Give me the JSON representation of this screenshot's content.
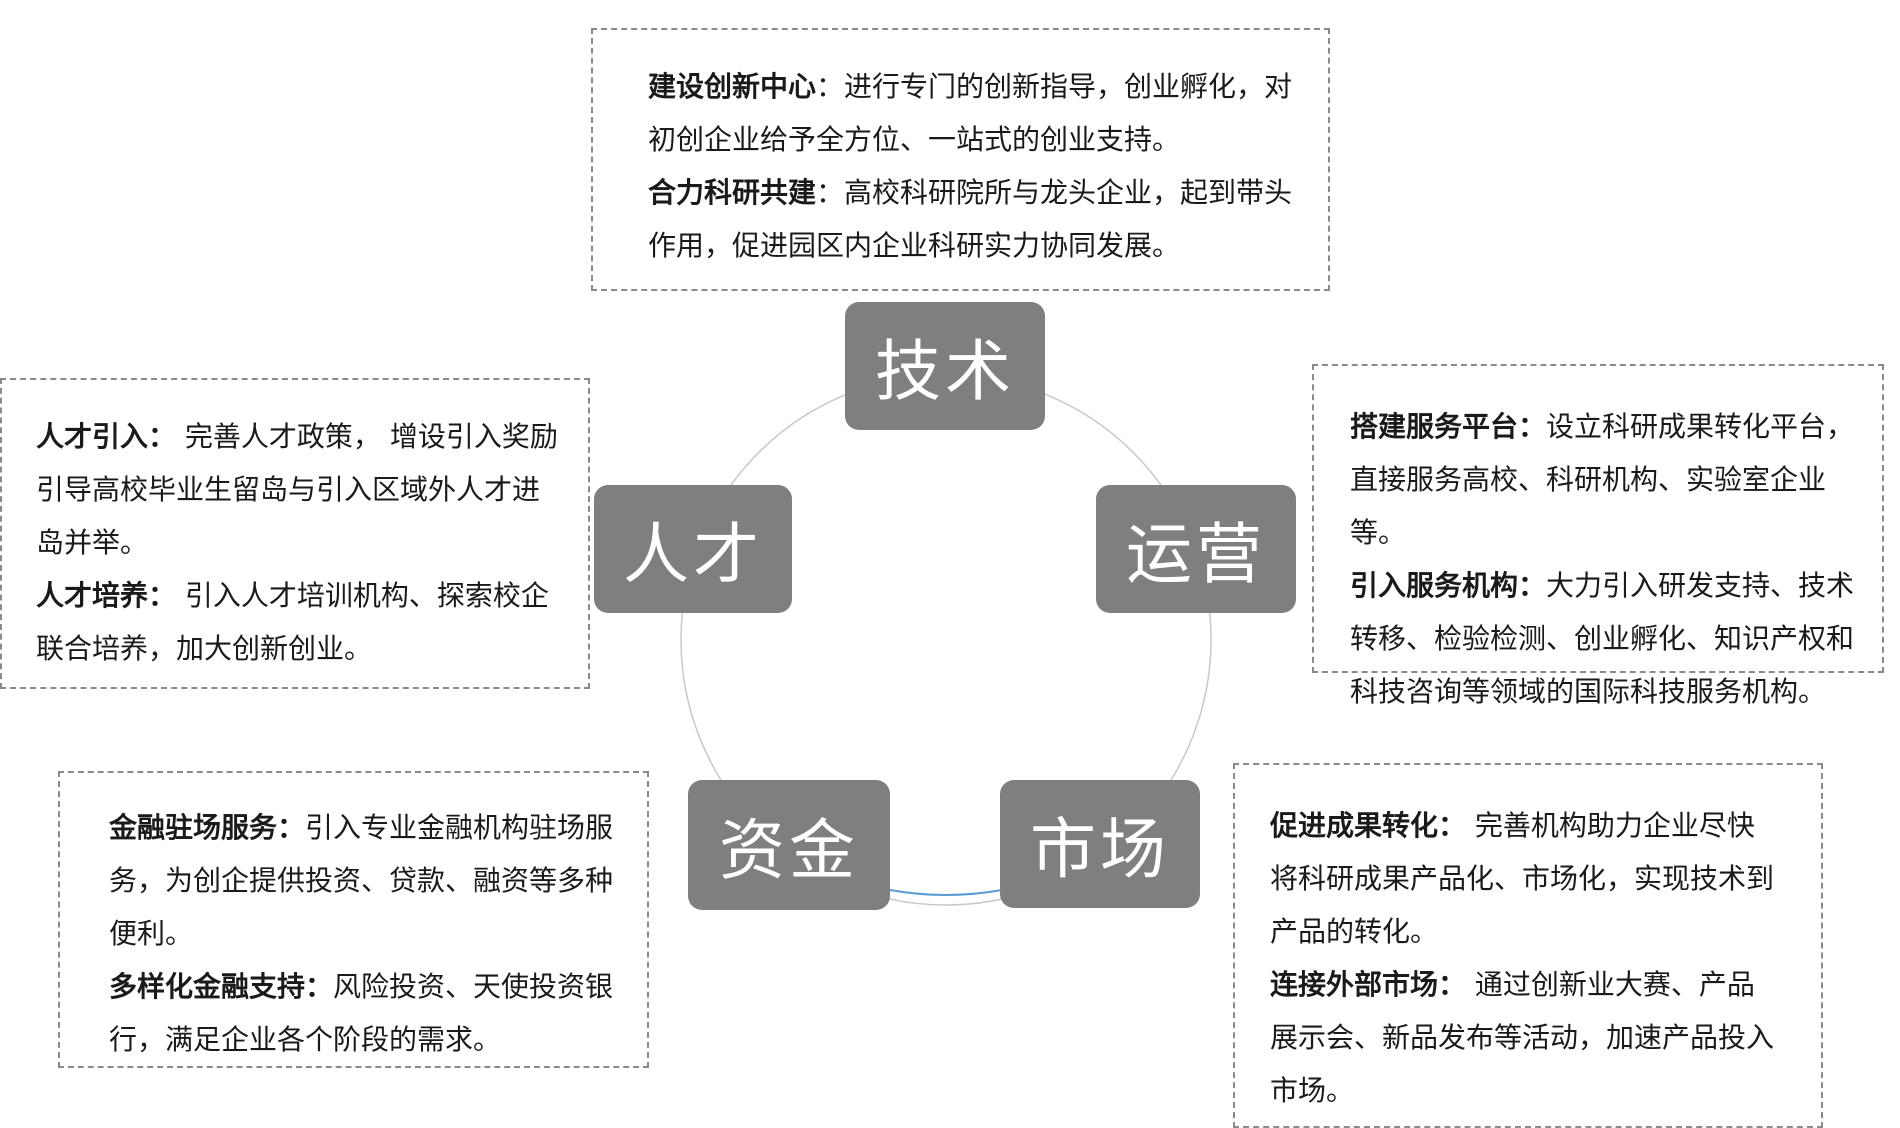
{
  "nodes": {
    "tech": "技术",
    "ops": "运营",
    "market": "市场",
    "capital": "资金",
    "talent": "人才"
  },
  "boxes": {
    "tech": [
      {
        "title": "建设创新中心",
        "sep": "：",
        "text": "进行专门的创新指导，创业孵化，对初创企业给予全方位、一站式的创业支持。"
      },
      {
        "title": "合力科研共建",
        "sep": "：",
        "text": "高校科研院所与龙头企业，起到带头作用，促进园区内企业科研实力协同发展。"
      }
    ],
    "ops": [
      {
        "title": "搭建服务平台：",
        "sep": "",
        "text": "设立科研成果转化平台，直接服务高校、科研机构、实验室企业等。"
      },
      {
        "title": "引入服务机构：",
        "sep": "",
        "text": "大力引入研发支持、技术转移、检验检测、创业孵化、知识产权和科技咨询等领域的国际科技服务机构。"
      }
    ],
    "market": [
      {
        "title": "促进成果转化：",
        "sep": " ",
        "text": "完善机构助力企业尽快将科研成果产品化、市场化，实现技术到产品的转化。"
      },
      {
        "title": "连接外部市场：",
        "sep": " ",
        "text": "通过创新业大赛、产品展示会、新品发布等活动，加速产品投入市场。"
      }
    ],
    "capital": [
      {
        "title": "金融驻场服务：",
        "sep": "",
        "text": "引入专业金融机构驻场服务，为创企提供投资、贷款、融资等多种便利。"
      },
      {
        "title": "多样化金融支持：",
        "sep": "",
        "text": "风险投资、天使投资银行，满足企业各个阶段的需求。"
      }
    ],
    "talent": [
      {
        "title": "人才引入：",
        "sep": " ",
        "text": "完善人才政策， 增设引入奖励引导高校毕业生留岛与引入区域外人才进岛并举。"
      },
      {
        "title": "人才培养：",
        "sep": " ",
        "text": "引入人才培训机构、探索校企联合培养，加大创新创业。"
      }
    ]
  },
  "colors": {
    "node_fill": "#7f7f7f",
    "node_text": "#ffffff",
    "ring": "#c8c8c8",
    "ring_accent": "#5b9bd5",
    "box_border": "#8a8a8a"
  }
}
